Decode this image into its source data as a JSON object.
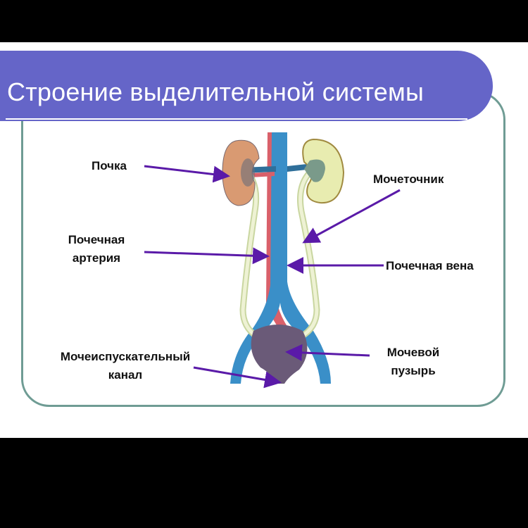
{
  "title": "Строение выделительной системы",
  "labels": {
    "kidney": "Почка",
    "ureter": "Мочеточник",
    "renal_artery_1": "Почечная",
    "renal_artery_2": "артерия",
    "renal_vein": "Почечная вена",
    "urethra_1": "Мочеиспускательный",
    "urethra_2": "канал",
    "bladder_1": "Мочевой",
    "bladder_2": "пузырь"
  },
  "colors": {
    "title_bar": "#6565c8",
    "arrow": "#5a1aa8",
    "frame": "#6f9c94",
    "artery": "#d9606a",
    "vein": "#3a8fc8",
    "ureter": "#dfe8b8"
  }
}
